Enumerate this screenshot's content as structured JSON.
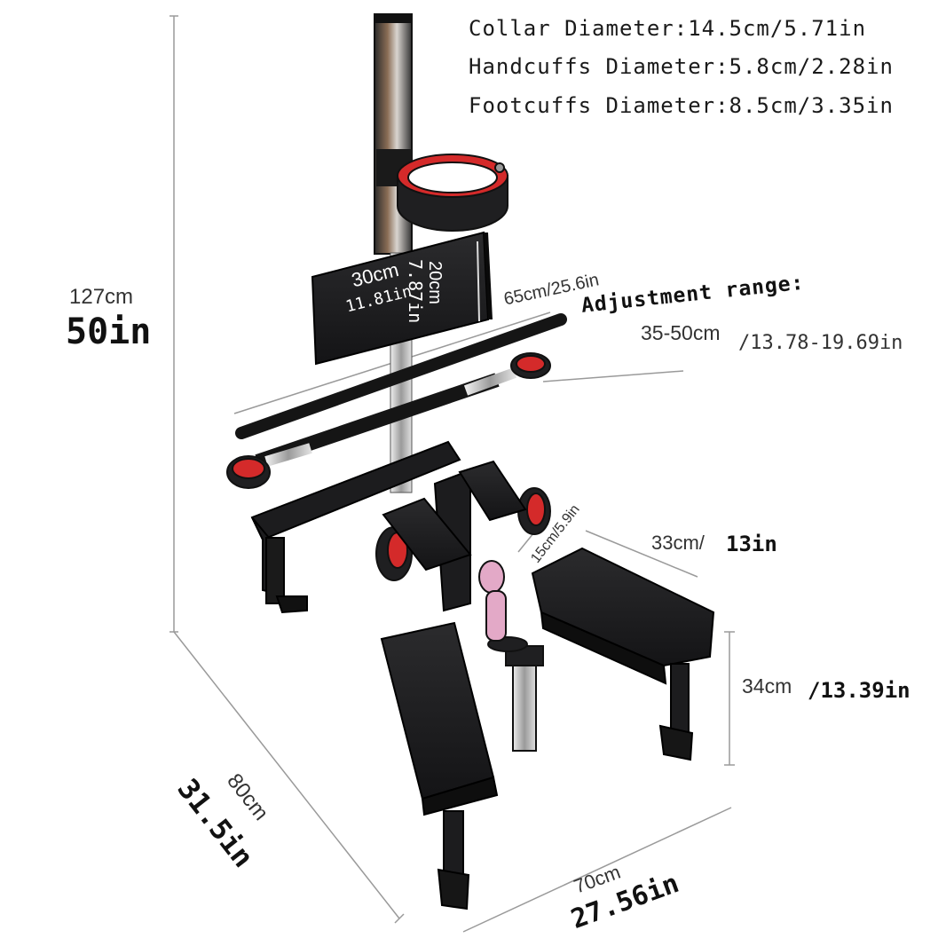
{
  "specs": [
    "Collar Diameter:14.5cm/5.71in",
    "Handcuffs Diameter:5.8cm/2.28in",
    "Footcuffs Diameter:8.5cm/3.35in"
  ],
  "height": {
    "cm": "127cm",
    "in": "50in"
  },
  "panel": {
    "width_cm": "30cm",
    "width_in": "11.81in",
    "height_cm": "20cm",
    "height_in": "7.87in"
  },
  "bar": {
    "length": "65cm/25.6in"
  },
  "adjustment": {
    "title": "Adjustment range:",
    "range_cm": "35-50cm",
    "range_in": "/13.78-19.69in"
  },
  "pad_gap": "15cm/5.9in",
  "seat_width": {
    "cm": "33cm/",
    "in": "13in"
  },
  "seat_height": {
    "cm": "34cm",
    "in": "/13.39in"
  },
  "depth": {
    "cm": "80cm",
    "in": "31.5in"
  },
  "base_width": {
    "cm": "70cm",
    "in": "27.56in"
  },
  "colors": {
    "frame": "#1c1c1e",
    "cuff_red": "#d42a2a",
    "steel": "#c8c8c8",
    "toy": "#e3a9c7"
  }
}
